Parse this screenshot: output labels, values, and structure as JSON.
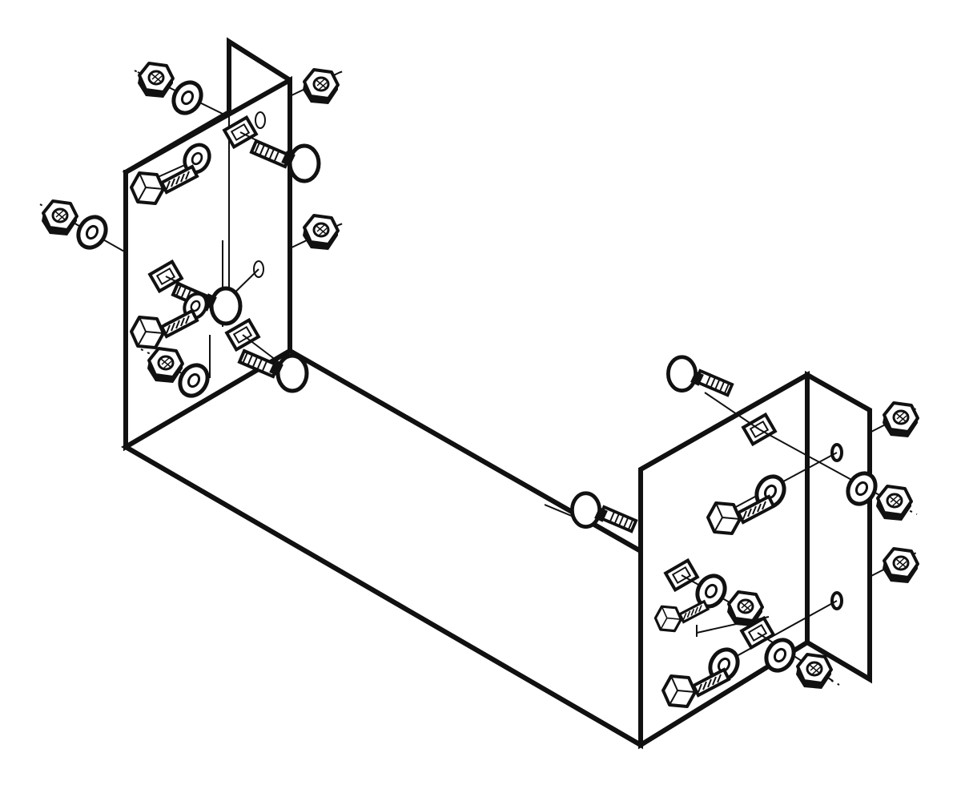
{
  "diagram": {
    "kind": "exploded-assembly",
    "colors": {
      "ink": "#111111",
      "paper": "#ffffff"
    },
    "parts": [
      {
        "name": "u-bracket",
        "icon": "u-channel-bracket"
      },
      {
        "name": "hex-nut",
        "icon": "hex-nut-icon"
      },
      {
        "name": "flat-washer",
        "icon": "washer-icon"
      },
      {
        "name": "hex-bolt",
        "icon": "hex-bolt-icon"
      },
      {
        "name": "carriage-bolt",
        "icon": "carriage-bolt-icon"
      },
      {
        "name": "square-hole",
        "icon": "square-slot-icon"
      }
    ]
  }
}
